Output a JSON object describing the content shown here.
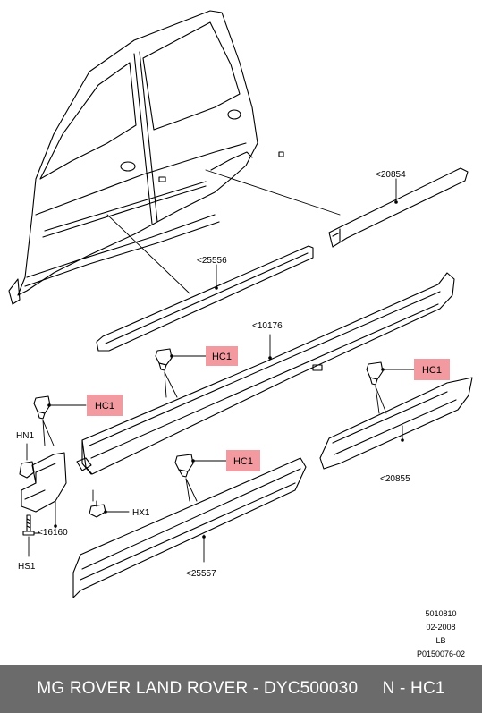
{
  "callouts": {
    "part_20854": "<20854",
    "part_25556": "<25556",
    "part_10176": "<10176",
    "part_20855": "<20855",
    "part_16160": "<16160",
    "part_25557": "<25557",
    "hn1": "HN1",
    "hx1": "HX1",
    "hs1": "HS1",
    "hc1_a": "HC1",
    "hc1_b": "HC1",
    "hc1_c": "HC1",
    "hc1_d": "HC1"
  },
  "reference": {
    "line1": "5010810",
    "line2": "02-2008",
    "line3": "LB",
    "line4": "P0150076-02"
  },
  "footer": {
    "text": "MG ROVER LAND ROVER - DYC500030     N - HC1"
  },
  "colors": {
    "highlight": "#f39aa0",
    "footer_bg": "#6b6b6b"
  }
}
